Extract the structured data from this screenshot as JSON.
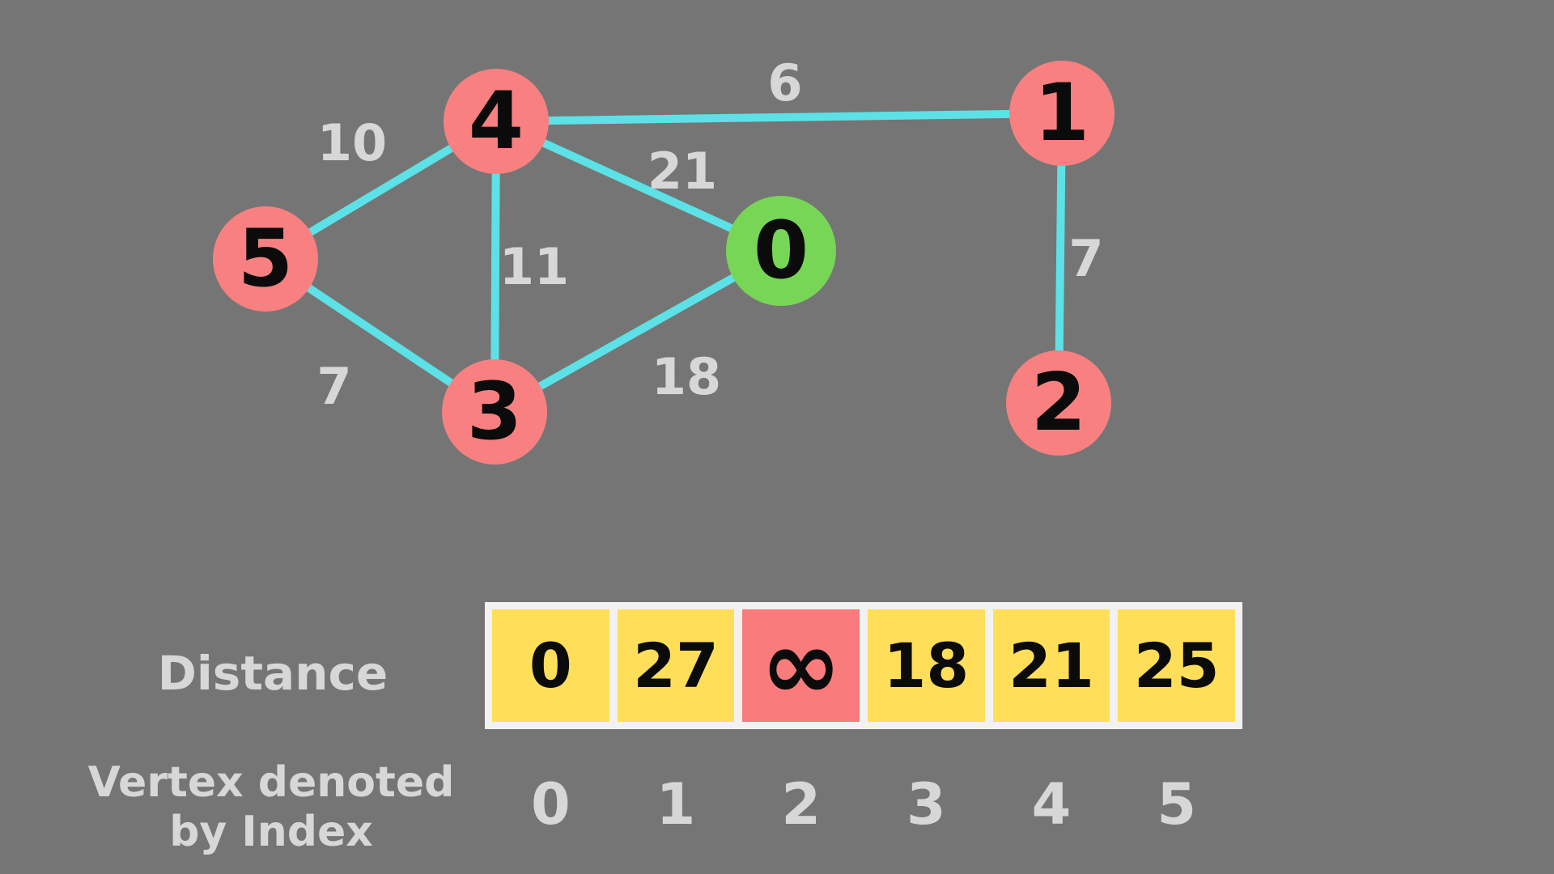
{
  "palette": {
    "background": "#757575",
    "node-red": "#F98080",
    "node-green": "#77D655",
    "edge-cyan": "#5CE1E6",
    "cell-yellow": "#FFDE59",
    "cell-red": "#F97B7B",
    "label-gray": "#D7D7D7",
    "frame-white": "#F2F2F2",
    "text-black": "#0B0B0B"
  },
  "graph": {
    "nodes": [
      {
        "label": "0",
        "color": "#77D655",
        "role": "source-node"
      },
      {
        "label": "1",
        "color": "#F98080",
        "role": "node"
      },
      {
        "label": "2",
        "color": "#F98080",
        "role": "node"
      },
      {
        "label": "3",
        "color": "#F98080",
        "role": "node"
      },
      {
        "label": "4",
        "color": "#F98080",
        "role": "node"
      },
      {
        "label": "5",
        "color": "#F98080",
        "role": "node"
      }
    ],
    "edges": [
      {
        "from": "4",
        "to": "1",
        "weight": "6"
      },
      {
        "from": "4",
        "to": "5",
        "weight": "10"
      },
      {
        "from": "4",
        "to": "0",
        "weight": "21"
      },
      {
        "from": "4",
        "to": "3",
        "weight": "11"
      },
      {
        "from": "5",
        "to": "3",
        "weight": "7"
      },
      {
        "from": "0",
        "to": "3",
        "weight": "18"
      },
      {
        "from": "1",
        "to": "2",
        "weight": "7"
      }
    ]
  },
  "distance_table": {
    "label": "Distance",
    "values": [
      "0",
      "27",
      "∞",
      "18",
      "21",
      "25"
    ],
    "highlighted_index": 2,
    "index_label_line1": "Vertex denoted",
    "index_label_line2": "by Index",
    "indices": [
      "0",
      "1",
      "2",
      "3",
      "4",
      "5"
    ]
  }
}
